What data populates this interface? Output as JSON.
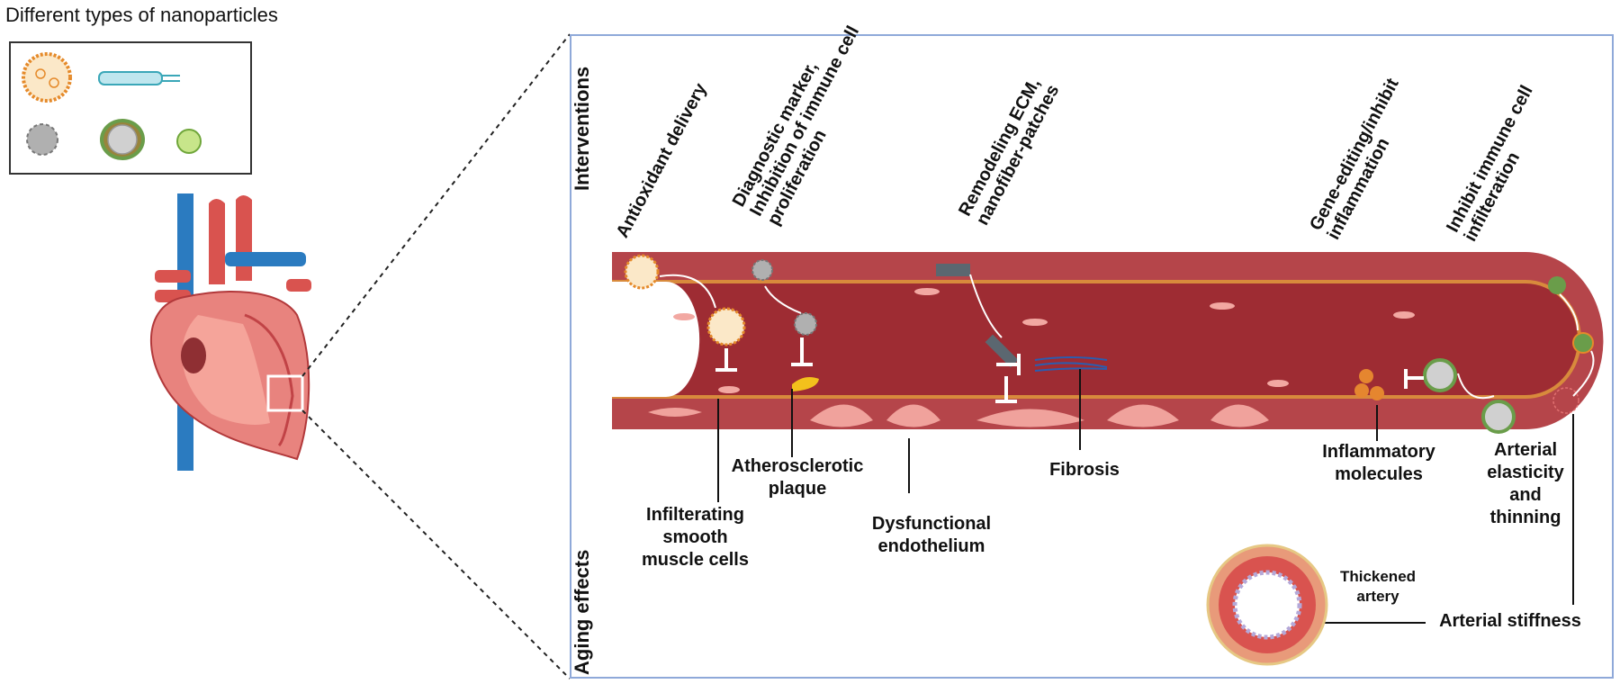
{
  "nanoparticles": {
    "title": "Different types of nanoparticles",
    "types": [
      "liposome-icon",
      "nanotube-icon",
      "dendrimer-icon",
      "core-shell-icon",
      "micelle-icon"
    ]
  },
  "panel": {
    "interventions_label": "Interventions",
    "aging_label": "Aging effects"
  },
  "interventions": [
    {
      "lines": [
        "Antioxidant delivery"
      ]
    },
    {
      "lines": [
        "Diagnostic marker,",
        "Inhibition of immune cell",
        "proliferation"
      ]
    },
    {
      "lines": [
        "Remodeling ECM,",
        "nanofiber-patches"
      ]
    },
    {
      "lines": [
        "Gene-editing/inhibit",
        "inflammation"
      ]
    },
    {
      "lines": [
        "Inhibit immune cell",
        "infilteration"
      ]
    }
  ],
  "effects": {
    "smooth_muscle": "Infilterating smooth muscle cells",
    "plaque": "Atherosclerotic plaque",
    "endothelium": "Dysfunctional endothelium",
    "fibrosis": "Fibrosis",
    "inflammatory": "Inflammatory molecules",
    "elasticity": "Arterial elasticity and thinning",
    "thickened": "Thickened artery",
    "stiffness": "Arterial stiffness"
  },
  "colors": {
    "vessel_outer": "#b5454a",
    "vessel_lumen": "#9e2c33",
    "vessel_stripe": "#d88a3c",
    "heart_red": "#d9534f",
    "heart_blue": "#2b7bc0",
    "panel_border": "#8fa9d9"
  }
}
